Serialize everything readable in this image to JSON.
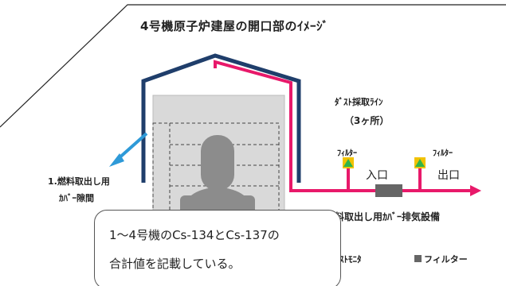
{
  "title": "4号機原子炉建屋の開口部のｲﾒｰｼﾞ",
  "dust_sampling_line": "ﾀﾞｽﾄ採取ﾗｲﾝ",
  "dust_sampling_count": "（3ヶ所）",
  "filter_label_1": "ﾌｨﾙﾀｰ",
  "filter_label_2": "ﾌｨﾙﾀｰ",
  "inlet_label": "入口",
  "outlet_label": "出口",
  "cover_gap_line1": "1.燃料取出し用",
  "cover_gap_line2": "ｶﾊﾞｰ隙間",
  "exhaust_facility": "燃料取出し用ｶﾊﾞｰ排気設備",
  "note_line1": "1～4号機のCs-134とCs-137の",
  "note_line2": "合計値を記載している。",
  "legend": {
    "dust_monitor": "ﾀﾞｽﾄﾓﾆﾀ",
    "filter": "フィルター"
  },
  "colors": {
    "outline": "#1f3e6b",
    "flow": "#e8196a",
    "arrow": "#2e9ad8",
    "filter_box": "#666666",
    "monitor": "#32b44a",
    "monitor_bg": "#f2c200",
    "building": "#d9d9d9"
  }
}
